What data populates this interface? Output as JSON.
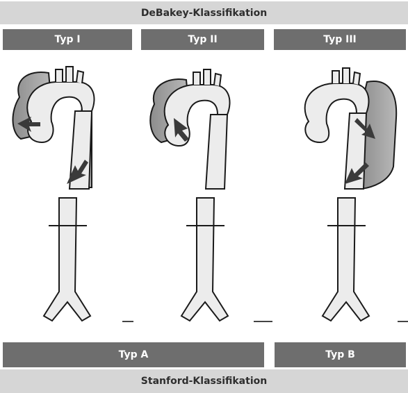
{
  "header": {
    "title": "DeBakey-Klassifikation"
  },
  "debakey_types": [
    {
      "label": "Typ I"
    },
    {
      "label": "Typ II"
    },
    {
      "label": "Typ III"
    }
  ],
  "stanford_types": [
    {
      "label": "Typ A"
    },
    {
      "label": "Typ B"
    }
  ],
  "footer": {
    "title": "Stanford-Klassifikation"
  },
  "colors": {
    "header_light": "#d6d6d6",
    "header_dark": "#6e6e6e",
    "vessel_fill": "#e8e8e8",
    "vessel_stroke": "#1a1a1a",
    "false_lumen": "#9a9a9a"
  }
}
